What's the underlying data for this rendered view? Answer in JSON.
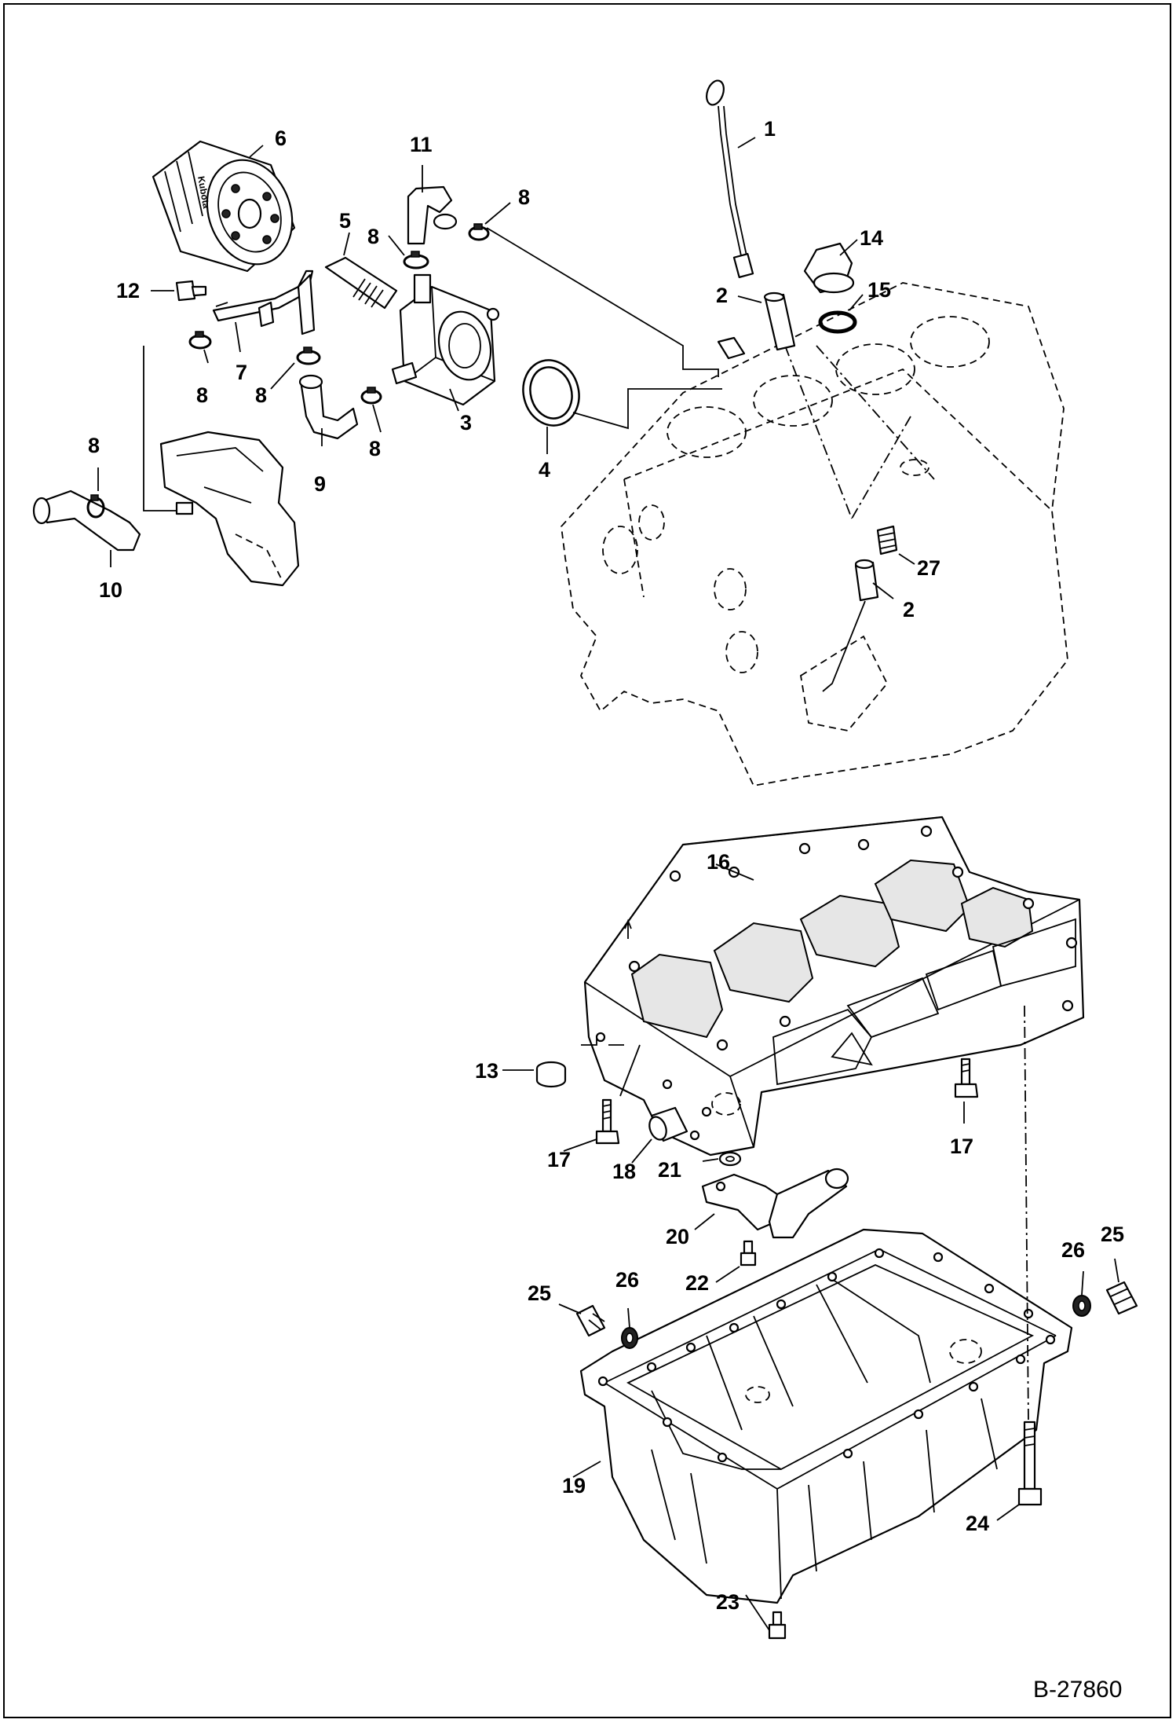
{
  "drawing": {
    "reference_number": "B-27860",
    "filter_brand_text": "Kubota",
    "callouts": [
      "1",
      "2",
      "2",
      "3",
      "4",
      "5",
      "6",
      "7",
      "8",
      "8",
      "8",
      "8",
      "8",
      "8",
      "9",
      "10",
      "11",
      "12",
      "13",
      "14",
      "15",
      "16",
      "17",
      "17",
      "18",
      "19",
      "20",
      "21",
      "22",
      "23",
      "24",
      "25",
      "25",
      "26",
      "26",
      "27"
    ]
  }
}
